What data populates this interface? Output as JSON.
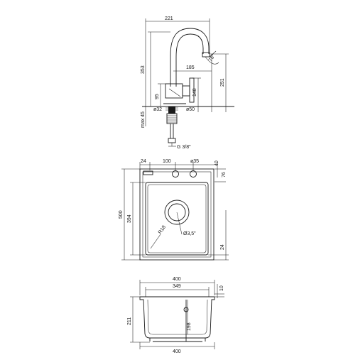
{
  "faucet_view": {
    "dims": {
      "spout_reach": "221",
      "height": "353",
      "lever_reach": "185",
      "spout_height": "251",
      "swivel_angle": "75°",
      "lever_height": "95",
      "body_height": "148",
      "hose_diameter": "ø32",
      "base_diameter": "ø50",
      "max_thickness": "max 45",
      "connector": "G 3/8\""
    }
  },
  "sink_top_view": {
    "dims": {
      "holes_offset": "24",
      "hole_spacing": "100",
      "tap_hole": "ø35",
      "edge_top": "40",
      "rim_depth": "76",
      "overall_height": "500",
      "bowl_height": "394",
      "radius_label": "R18",
      "drain": "Ø3,5\"",
      "bottom_offset": "24"
    }
  },
  "sink_section_view": {
    "dims": {
      "top_width": "400",
      "bowl_width": "349",
      "rim": "10",
      "depth": "211",
      "bowl_depth": "198",
      "bottom_width": "400"
    }
  }
}
